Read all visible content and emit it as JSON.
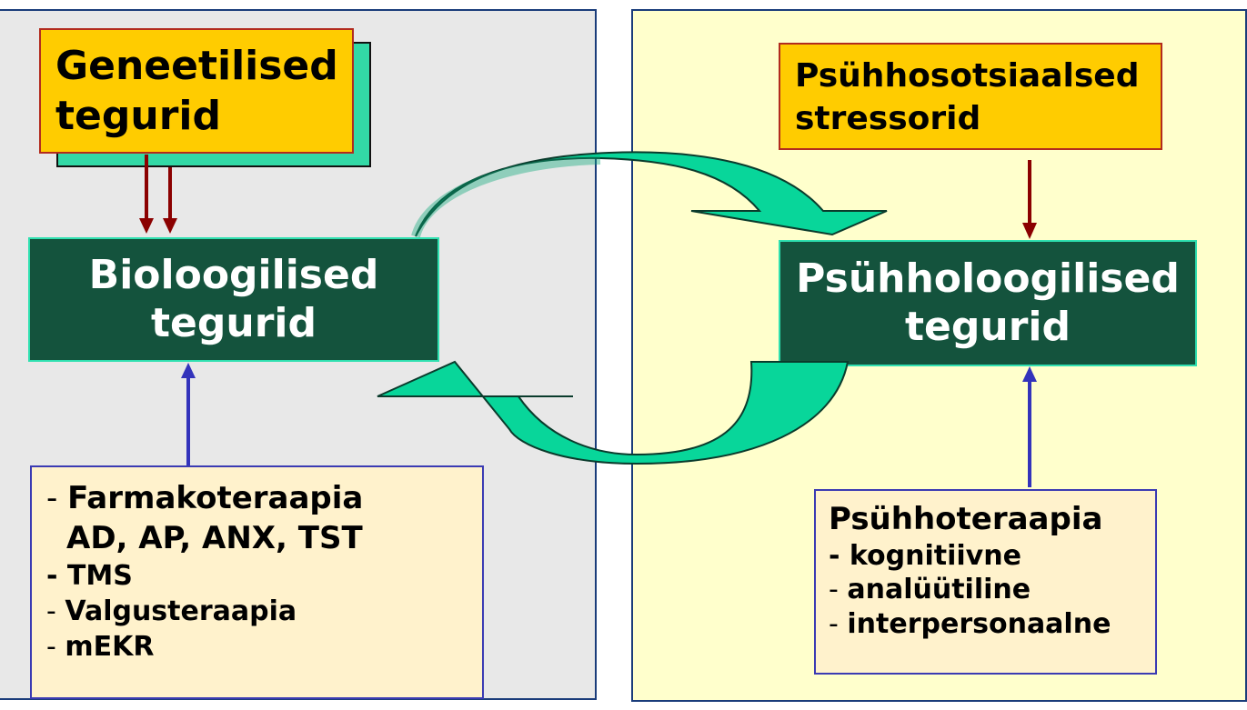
{
  "left": {
    "genetic": {
      "line1": "Geneetilised",
      "line2": "tegurid"
    },
    "biological": {
      "line1": "Bioloogilised",
      "line2": "tegurid"
    },
    "treatments": {
      "items": [
        {
          "dash": "- ",
          "text": "Farmakoteraapia"
        },
        {
          "dash": "",
          "text": "AD, AP, ANX, TST"
        },
        {
          "dash": "- ",
          "text": "TMS"
        },
        {
          "dash": "- ",
          "text": "Valgusteraapia"
        },
        {
          "dash": "- ",
          "text": "mEKR"
        }
      ]
    }
  },
  "right": {
    "stressors": {
      "line1": "Psühhosotsiaalsed",
      "line2": "stressorid"
    },
    "psychological": {
      "line1": "Psühholoogilised",
      "line2": "tegurid"
    },
    "psychotherapy": {
      "title": "Psühhoteraapia",
      "items": [
        {
          "dash": "- ",
          "text": "kognitiivne"
        },
        {
          "dash": "- ",
          "text": "analüütiline"
        },
        {
          "dash": "- ",
          "text": "interpersonaalne"
        }
      ]
    }
  },
  "colors": {
    "left_panel": "#e8e8e8",
    "right_panel": "#ffffcc",
    "orange": "#ffcc00",
    "dark_green": "#14533d",
    "cycle_arrow": "#00e0a0",
    "red_arrow": "#8b0000",
    "blue_arrow": "#3333bb"
  }
}
